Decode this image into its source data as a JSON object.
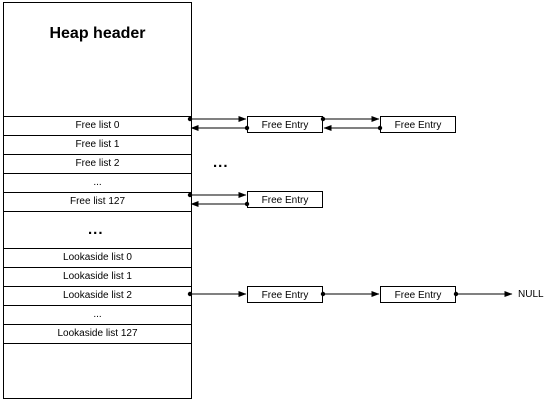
{
  "heap": {
    "title": "Heap header",
    "free_lists": [
      "Free list 0",
      "Free list 1",
      "Free list 2",
      "...",
      "Free list 127"
    ],
    "gap_ellipsis": "...",
    "lookaside_lists": [
      "Lookaside list 0",
      "Lookaside list 1",
      "Lookaside list 2",
      "...",
      "Lookaside list 127"
    ]
  },
  "middle_ellipsis": "...",
  "entries": {
    "free_list_0_a": "Free Entry",
    "free_list_0_b": "Free Entry",
    "free_list_127_a": "Free Entry",
    "lookaside_2_a": "Free Entry",
    "lookaside_2_b": "Free Entry"
  },
  "null_label": "NULL"
}
